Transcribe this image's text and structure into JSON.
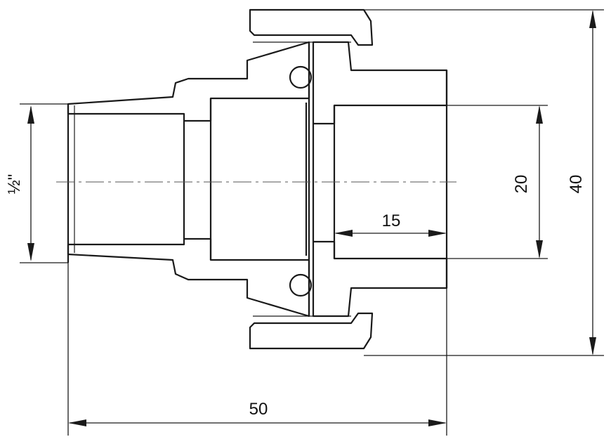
{
  "drawing": {
    "dimensions": {
      "thread_size": "½\"",
      "socket_bore": "20",
      "socket_depth": "15",
      "outer_diameter": "40",
      "overall_length": "50"
    },
    "line_color": "#1a1a1a",
    "background_color": "#ffffff"
  }
}
